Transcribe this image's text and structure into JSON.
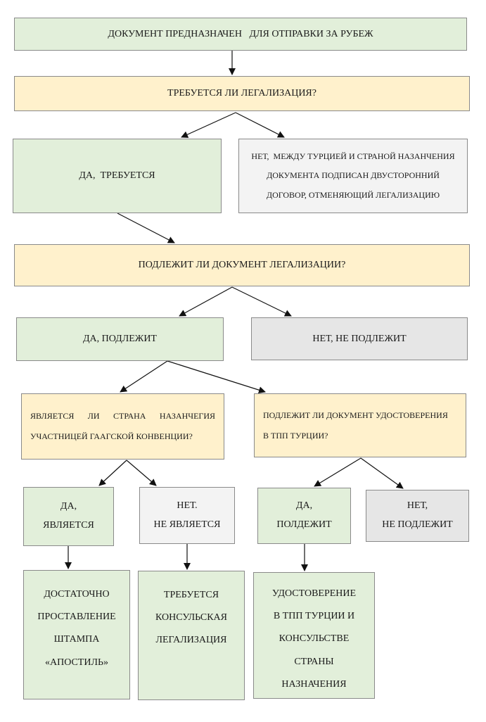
{
  "nodes": {
    "start": "ДОКУМЕНТ ПРЕДНАЗНАЧЕН   ДЛЯ ОТПРАВКИ ЗА РУБЕЖ",
    "q_legalization": "ТРЕБУЕТСЯ ЛИ ЛЕГАЛИЗАЦИЯ?",
    "yes_required": "ДА,  ТРЕБУЕТСЯ",
    "no_treaty": [
      "НЕТ,  МЕЖДУ ТУРЦИЕЙ И СТРАНОЙ НАЗАНЧЕНИЯ",
      "ДОКУМЕНТА ПОДПИСАН ДВУСТОРОННИЙ",
      "ДОГОВОР, ОТМЕНЯЮЩИЙ ЛЕГАЛИЗАЦИЮ"
    ],
    "q_subject": "ПОДЛЕЖИТ ЛИ ДОКУМЕНТ ЛЕГАЛИЗАЦИИ?",
    "yes_subject": "ДА, ПОДЛЕЖИТ",
    "no_subject": "НЕТ, НЕ ПОДЛЕЖИТ",
    "q_hague": [
      "ЯВЛЯЕТСЯ ЛИ СТРАНА НАЗАНЧЕГИЯ",
      "УЧАСТНИЦЕЙ ГААГСКОЙ КОНВЕНЦИИ?"
    ],
    "q_tpp": [
      "ПОДЛЕЖИТ ЛИ ДОКУМЕНТ УДОСТОВЕРЕНИЯ",
      "В ТПП ТУРЦИИ?"
    ],
    "yes_member": [
      "ДА,",
      "ЯВЛЯЕТСЯ"
    ],
    "no_member": [
      "НЕТ.",
      "НЕ ЯВЛЯЕТСЯ"
    ],
    "yes_tpp": [
      "ДА,",
      "ПОЛДЕЖИТ"
    ],
    "no_tpp": [
      "НЕТ,",
      "НЕ ПОДЛЕЖИТ"
    ],
    "apostille": [
      "ДОСТАТОЧНО",
      "ПРОСТАВЛЕНИЕ",
      "ШТАМПА",
      "«АПОСТИЛЬ»"
    ],
    "consular": [
      "ТРЕБУЕТСЯ",
      "КОНСУЛЬСКАЯ",
      "ЛЕГАЛИЗАЦИЯ"
    ],
    "tpp_cert": [
      "УДОСТОВЕРЕНИЕ",
      "В ТПП ТУРЦИИ И",
      "КОНСУЛЬСТВЕ",
      "СТРАНЫ",
      "НАЗНАЧЕНИЯ"
    ]
  },
  "colors": {
    "green": "#e2efda",
    "yellow": "#fff1cc",
    "light_gray": "#f3f3f3",
    "gray": "#e6e6e6",
    "border": "#8a8a8a",
    "arrow": "#111111"
  }
}
